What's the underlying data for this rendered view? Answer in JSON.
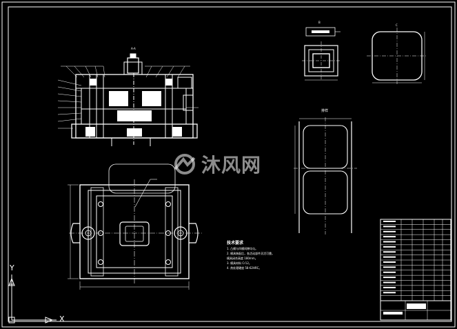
{
  "watermark": {
    "text": "沐风网"
  },
  "views": {
    "section_label": "A-A",
    "side_top_label": "B",
    "punch_label": "C",
    "strip_label": "排样"
  },
  "notes": {
    "title": "技术要求",
    "lines": [
      "1. 凸模与凹模间隙均匀。",
      "2. 模具装配后，各活动部件灵活可靠。",
      "   模具闭合高度 180mm。",
      "3. 模具材料 Cr12。",
      "4. 热处理硬度 58-62HRC。"
    ]
  },
  "ucs": {
    "y_label": "Y",
    "x_label": "X"
  },
  "title_block": {
    "rows": 16
  }
}
